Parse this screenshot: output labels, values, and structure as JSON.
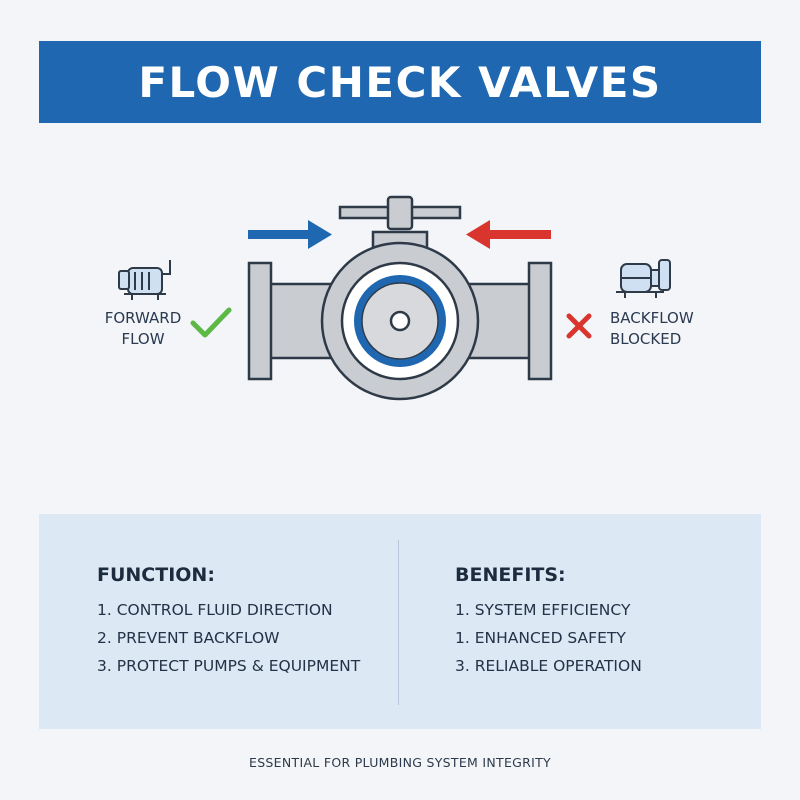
{
  "title": "FLOW CHECK VALVES",
  "diagram": {
    "left_label": {
      "line1": "FORWARD",
      "line2": "FLOW",
      "status_icon": "check-icon"
    },
    "right_label": {
      "line1": "BACKFLOW",
      "line2": "BLOCKED",
      "status_icon": "cross-icon"
    },
    "colors": {
      "forward_arrow": "#1f68b1",
      "back_arrow": "#d9352e",
      "check": "#5cb946",
      "cross": "#d9352e",
      "valve_body": "#c9ccd1",
      "outline": "#2f3a48",
      "disc": "#1f68b1"
    }
  },
  "function": {
    "heading": "FUNCTION:",
    "items": [
      "1. CONTROL FLUID DIRECTION",
      "2. PREVENT BACKFLOW",
      "3. PROTECT PUMPS & EQUIPMENT"
    ]
  },
  "benefits": {
    "heading": "BENEFITS:",
    "items": [
      "1. SYSTEM EFFICIENCY",
      "1. ENHANCED SAFETY",
      "3. RELIABLE OPERATION"
    ]
  },
  "footer": "ESSENTIAL FOR PLUMBING SYSTEM INTEGRITY"
}
